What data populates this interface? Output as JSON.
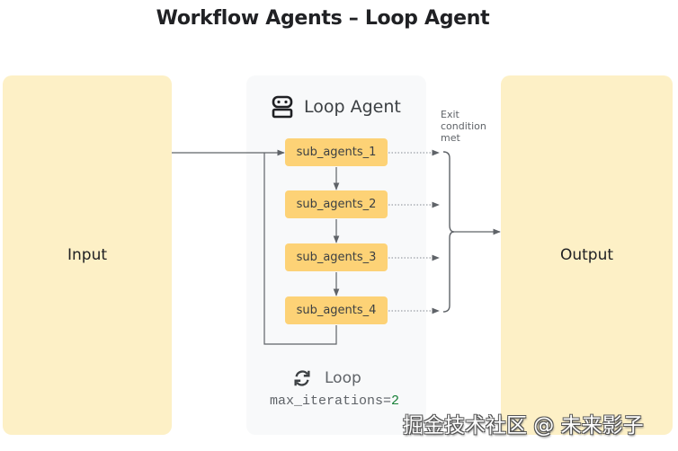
{
  "title": "Workflow Agents – Loop Agent",
  "input": {
    "label": "Input"
  },
  "output": {
    "label": "Output"
  },
  "loop_agent": {
    "title": "Loop Agent",
    "icon": "robot-icon",
    "sub_agents": [
      {
        "label": "sub_agents_1"
      },
      {
        "label": "sub_agents_2"
      },
      {
        "label": "sub_agents_3"
      },
      {
        "label": "sub_agents_4"
      }
    ],
    "exit_label": [
      "Exit",
      "condition",
      "met"
    ],
    "loop_label": "Loop",
    "loop_icon": "refresh-icon",
    "max_iterations_key": "max_iterations=",
    "max_iterations_value": "2"
  },
  "colors": {
    "io_fill": "#fdf0c6",
    "sub_agent_fill": "#fdd276",
    "panel_fill": "#f8f9fa",
    "line": "#5f6368"
  },
  "watermark": "掘金技术社区 @ 未来影子"
}
